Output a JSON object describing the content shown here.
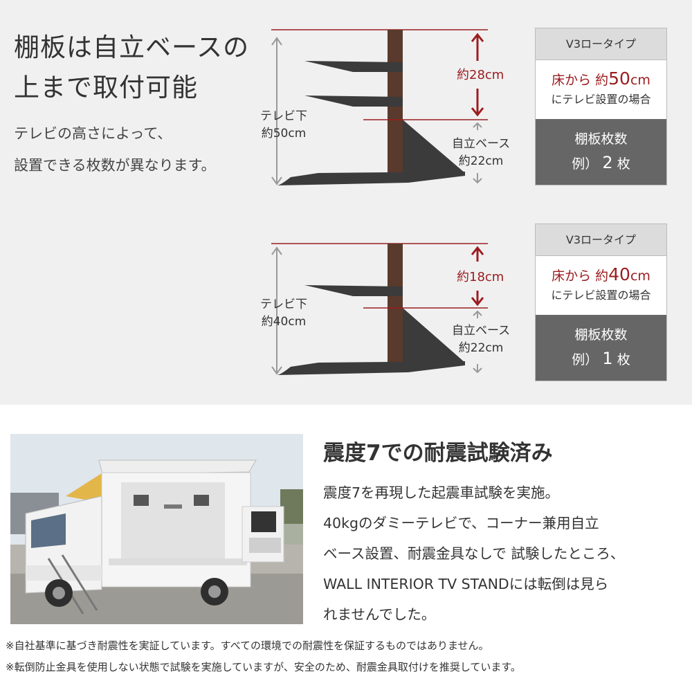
{
  "headline": {
    "line1": "棚板は自立ベースの",
    "line2": "上まで取付可能"
  },
  "subtext": {
    "line1": "テレビの高さによって、",
    "line2": "設置できる枚数が異なります。"
  },
  "diagrams": [
    {
      "tv_label_1": "テレビ下",
      "tv_label_2": "約50cm",
      "gap_label": "約28cm",
      "base_label_1": "自立ベース",
      "base_label_2": "約22cm"
    },
    {
      "tv_label_1": "テレビ下",
      "tv_label_2": "約40cm",
      "gap_label": "約18cm",
      "base_label_1": "自立ベース",
      "base_label_2": "約22cm"
    }
  ],
  "specs": [
    {
      "type": "V3ロータイプ",
      "height_prefix": "床から 約",
      "height_value": "50",
      "height_unit": "cm",
      "height_suffix": "にテレビ設置の場合",
      "shelf_title": "棚板枚数",
      "shelf_prefix": "例）",
      "shelf_count": "2",
      "shelf_unit": "枚"
    },
    {
      "type": "V3ロータイプ",
      "height_prefix": "床から 約",
      "height_value": "40",
      "height_unit": "cm",
      "height_suffix": "にテレビ設置の場合",
      "shelf_title": "棚板枚数",
      "shelf_prefix": "例）",
      "shelf_count": "1",
      "shelf_unit": "枚"
    }
  ],
  "quake": {
    "title": "震度7での耐震試験済み",
    "lines": [
      "震度7を再現した起震車試験を実施。",
      "40kgのダミーテレビで、コーナー兼用自立",
      "ベース設置、耐震金具なしで 試験したところ、",
      "WALL INTERIOR TV STANDには転倒は見ら",
      "れませんでした。"
    ]
  },
  "notes": [
    "※自社基準に基づき耐震性を実証しています。すべての環境での耐震性を保証するものではありません。",
    "※転倒防止金具を使用しない状態で試験を実施していますが、安全のため、耐震金具取付けを推奨しています。"
  ],
  "colors": {
    "accent_red": "#9b1d20",
    "pole_brown": "#5a3a2c",
    "dark_shelf": "#3b3b3b",
    "spec_dark": "#666666"
  }
}
